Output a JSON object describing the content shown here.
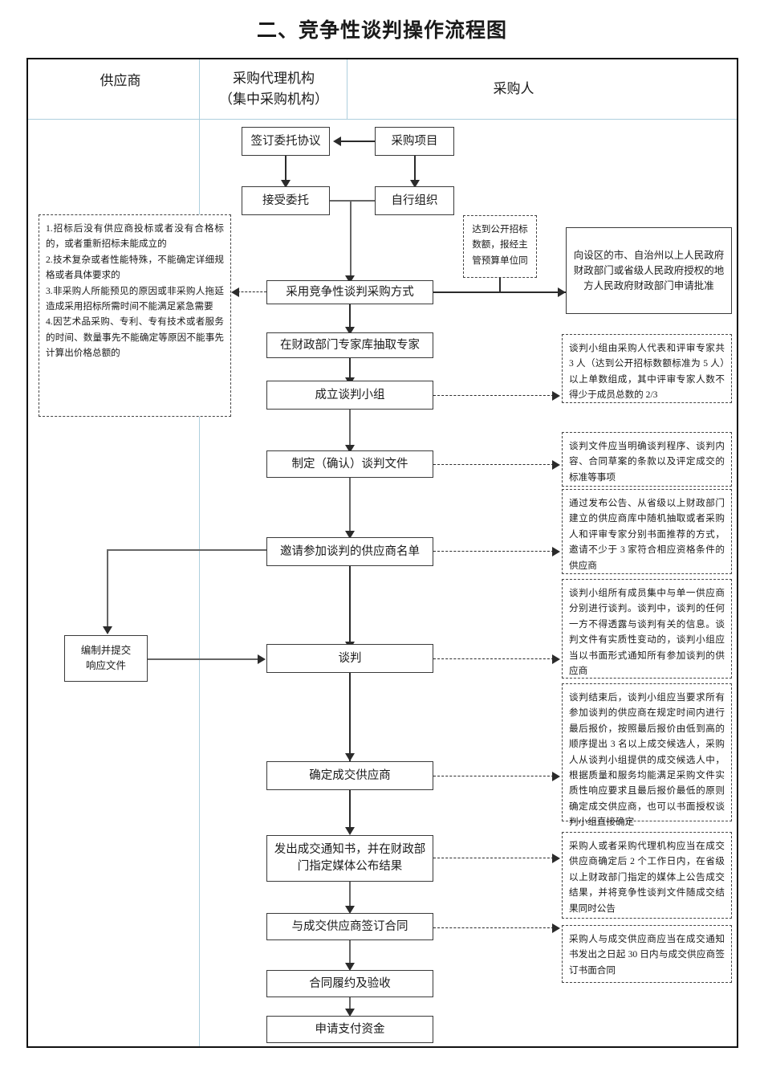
{
  "title": "二、竞争性谈判操作流程图",
  "columns": [
    {
      "id": "supplier",
      "label": "供应商"
    },
    {
      "id": "agency",
      "label": "采购代理机构\n（集中采购机构）",
      "line1": "采购代理机构",
      "line2": "（集中采购机构）"
    },
    {
      "id": "purchaser",
      "label": "采购人"
    }
  ],
  "nodes": {
    "sign_entrust": "签订委托协议",
    "procurement_project": "采购项目",
    "accept_entrust": "接受委托",
    "self_organize": "自行组织",
    "approval_apply": "向设区的市、自治州以上人民政府财政部门或省级人民政府授权的地方人民政府财政部门申请批准",
    "adopt_negotiation": "采用竞争性谈判采购方式",
    "draw_experts": "在财政部门专家库抽取专家",
    "form_team": "成立谈判小组",
    "make_docs": "制定（确认）谈判文件",
    "invite_list": "邀请参加谈判的供应商名单",
    "prepare_response_l1": "编制并提交",
    "prepare_response_l2": "响应文件",
    "negotiation": "谈判",
    "determine_winner": "确定成交供应商",
    "issue_notice_l1": "发出成交通知书，并在财政部",
    "issue_notice_l2": "门指定媒体公布结果",
    "sign_contract": "与成交供应商签订合同",
    "perform_accept": "合同履约及验收",
    "apply_payment": "申请支付资金"
  },
  "notes": {
    "conditions": "1.招标后没有供应商投标或者没有合格标的，或者重新招标未能成立的\n2.技术复杂或者性能特殊，不能确定详细规格或者具体要求的\n3.非采购人所能预见的原因或非采购人拖延造成采用招标所需时间不能满足紧急需要\n4.因艺术品采购、专利、专有技术或者服务的时间、数量事先不能确定等原因不能事先计算出价格总额的",
    "threshold": "达到公开招标数额，报经主管预算单位同",
    "team_composition": "谈判小组由采购人代表和评审专家共 3 人（达到公开招标数额标准为 5 人）以上单数组成，其中评审专家人数不得少于成员总数的 2/3",
    "docs_requirements": "谈判文件应当明确谈判程序、谈判内容、合同草案的条款以及评定成交的标准等事项",
    "invite_method": "通过发布公告、从省级以上财政部门建立的供应商库中随机抽取或者采购人和评审专家分别书面推荐的方式，邀请不少于 3 家符合相应资格条件的供应商",
    "negotiation_rules": "谈判小组所有成员集中与单一供应商分别进行谈判。谈判中，谈判的任何一方不得透露与谈判有关的信息。谈判文件有实质性变动的，谈判小组应当以书面形式通知所有参加谈判的供应商",
    "final_quote_rules": "谈判结束后，谈判小组应当要求所有参加谈判的供应商在规定时间内进行最后报价，按照最后报价由低到高的顺序提出 3 名以上成交候选人，采购人从谈判小组提供的成交候选人中，根据质量和服务均能满足采购文件实质性响应要求且最后报价最低的原则确定成交供应商，也可以书面授权谈判小组直接确定",
    "publish_rules": "采购人或者采购代理机构应当在成交供应商确定后 2 个工作日内，在省级以上财政部门指定的媒体上公告成交结果，并将竞争性谈判文件随成交结果同时公告",
    "contract_rules": "采购人与成交供应商应当在成交通知书发出之日起 30 日内与成交供应商签订书面合同"
  },
  "colors": {
    "frame": "#111111",
    "divider": "#aecfdd",
    "box_border": "#3a3a3a",
    "note_border": "#444444",
    "connector": "#2b2b2b"
  }
}
